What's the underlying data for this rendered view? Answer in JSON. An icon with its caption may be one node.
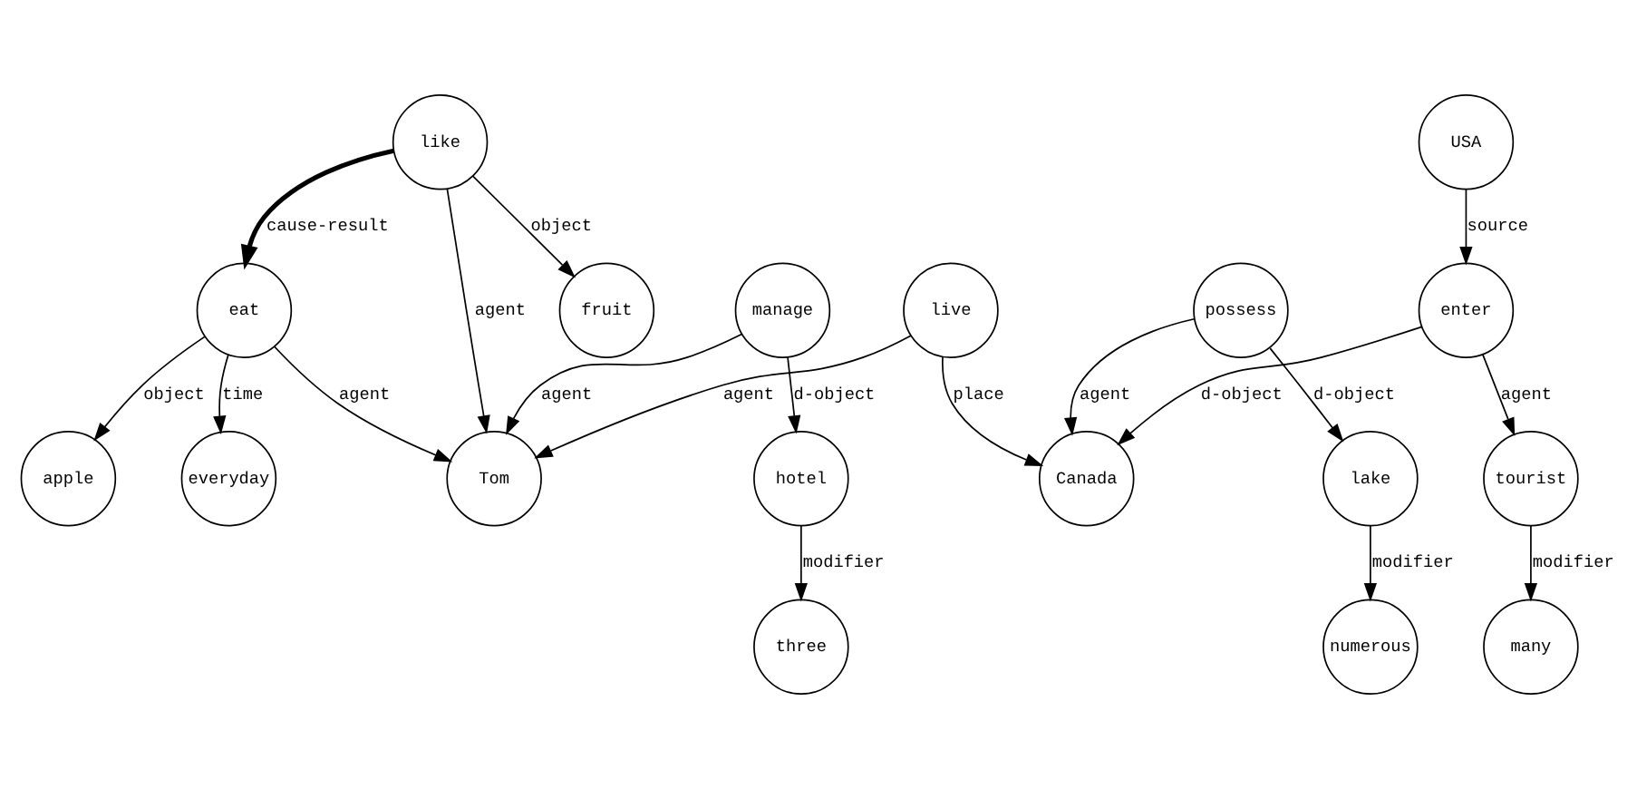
{
  "diagram": {
    "nodes": [
      {
        "text": [
          "apple"
        ]
      },
      {
        "text": [
          "like"
        ]
      },
      {
        "text": [
          "fruit"
        ]
      },
      {
        "text": [
          "many"
        ]
      },
      {
        "text": [
          "tourist"
        ]
      },
      {
        "text": [
          "eat"
        ]
      },
      {
        "text": [
          "Tom"
        ]
      },
      {
        "text": [
          "live"
        ]
      },
      {
        "text": [
          "Canada"
        ]
      },
      {
        "text": [
          "enter"
        ]
      },
      {
        "text": [
          "everyday"
        ]
      },
      {
        "text": [
          "manage"
        ]
      },
      {
        "text": [
          "possess"
        ]
      },
      {
        "text": [
          "USA"
        ]
      },
      {
        "text": [
          "hotel"
        ]
      },
      {
        "text": [
          "three"
        ]
      },
      {
        "text": [
          "numerous"
        ]
      },
      {
        "text": [
          "lake"
        ]
      }
    ],
    "edges": [
      {
        "from": 5,
        "to": 0,
        "arrow": "to",
        "label": "object"
      },
      {
        "from": 1,
        "to": 2,
        "arrow": "to",
        "label": "object"
      },
      {
        "from": 1,
        "to": 5,
        "arrow": "to",
        "label": "cause-result",
        "style": "thick"
      },
      {
        "from": 1,
        "to": 6,
        "arrow": "to",
        "label": "agent"
      },
      {
        "from": 5,
        "to": 6,
        "arrow": "to",
        "label": "agent"
      },
      {
        "from": 5,
        "to": 10,
        "arrow": "to",
        "label": "time"
      },
      {
        "from": 7,
        "to": 6,
        "arrow": "to",
        "label": "agent"
      },
      {
        "from": 7,
        "to": 8,
        "arrow": "to",
        "label": "place"
      },
      {
        "from": 9,
        "to": 8,
        "arrow": "to",
        "label": "d-object"
      },
      {
        "from": 4,
        "to": 3,
        "arrow": "to",
        "label": "modifier"
      },
      {
        "from": 9,
        "to": 4,
        "arrow": "to",
        "label": "agent"
      },
      {
        "from": 13,
        "to": 9,
        "arrow": "to",
        "label": "source"
      },
      {
        "from": 11,
        "to": 6,
        "arrow": "to",
        "label": "agent"
      },
      {
        "from": 11,
        "to": 14,
        "arrow": "to",
        "label": "d-object"
      },
      {
        "from": 14,
        "to": 15,
        "arrow": "to",
        "label": "modifier"
      },
      {
        "from": 12,
        "to": 8,
        "arrow": "to",
        "label": "agent"
      },
      {
        "from": 12,
        "to": 17,
        "arrow": "to",
        "label": "d-object"
      },
      {
        "from": 17,
        "to": 16,
        "arrow": "to",
        "label": "modifier"
      }
    ]
  }
}
